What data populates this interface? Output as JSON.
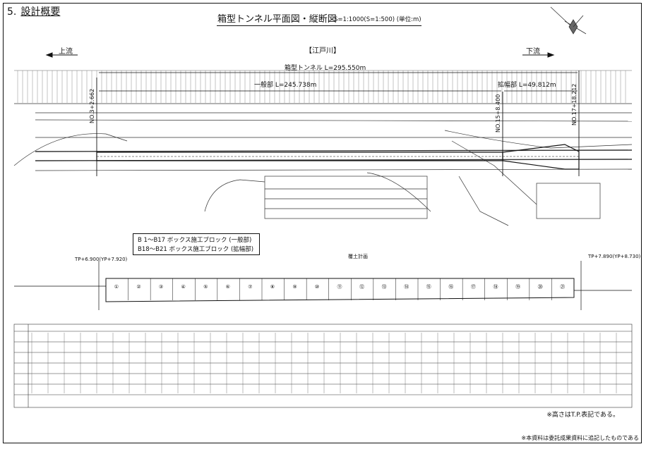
{
  "heading": {
    "number": "5.",
    "text": "設計概要"
  },
  "title": "箱型トンネル平面図・縦断図",
  "scale": "S=1:1000(S=1:500) (単位:m)",
  "river": "【江戸川】",
  "upstream": "上流",
  "downstream": "下流",
  "tunnel_total": "箱型トンネル L=295.550m",
  "general_section": "一般部 L=245.738m",
  "widened_section": "拡幅部 L=49.812m",
  "stations": {
    "start": "NO.3+2.662",
    "mid": "NO.15+8.400",
    "end": "NO.17+18.212"
  },
  "legend": [
    "B 1～B17  ボックス施工ブロック (一般部)",
    "B18～B21  ボックス施工ブロック (拡幅部)"
  ],
  "profile": {
    "left_level": "TP+6.900(YP+7.920)",
    "right_level": "TP+7.890(YP+8.730)",
    "overlay_label": "覆土計画",
    "blocks": [
      "①",
      "②",
      "③",
      "④",
      "⑤",
      "⑥",
      "⑦",
      "⑧",
      "⑨",
      "⑩",
      "⑪",
      "⑫",
      "⑬",
      "⑭",
      "⑮",
      "⑯",
      "⑰",
      "⑱",
      "⑲",
      "⑳",
      "㉑"
    ]
  },
  "note_tp": "※高さはT.P.表記である。",
  "note_source": "※本資料は委託成果資料に追記したものである"
}
